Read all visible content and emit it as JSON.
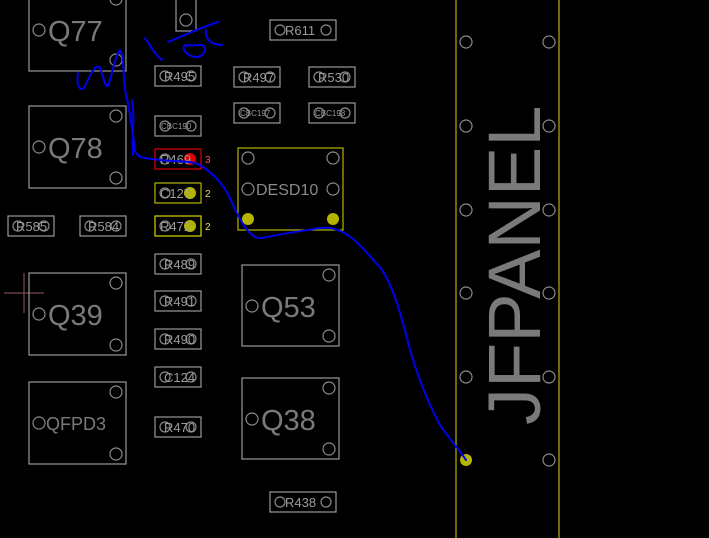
{
  "colors": {
    "background": "#000000",
    "outline": "#9a9a9a",
    "highlight": "#b5b500",
    "selected": "#e00000",
    "annotation": "#0000ee"
  },
  "components": {
    "q77": "Q77",
    "q78": "Q78",
    "q39": "Q39",
    "qfpd3": "QFPD3",
    "q53": "Q53",
    "q38": "Q38",
    "desd10": "DESD10",
    "jfpanel": "JFPANEL",
    "r611": "R611",
    "r495": "R495",
    "r497": "R497",
    "r530": "R530",
    "cbc190": "CBC190",
    "cbc197": "CBC197",
    "cbc198": "CBC198",
    "r469": "R469",
    "c127": "C127",
    "r472": "R472",
    "r489": "R489",
    "r491": "R491",
    "r490": "R490",
    "c124": "C124",
    "r470": "R470",
    "r585": "R585",
    "r584": "R584",
    "r438": "R438"
  },
  "pin_numbers": {
    "r469": "3",
    "c127": "2",
    "r472": "2"
  }
}
